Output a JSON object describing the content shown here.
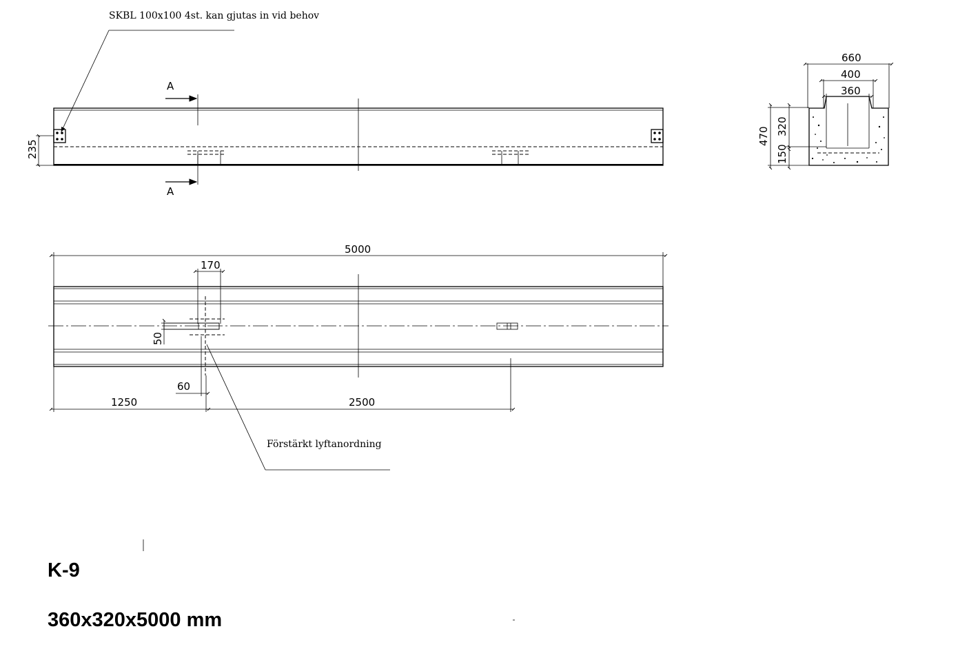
{
  "notes": {
    "skbl": "SKBL  100x100  4st. kan gjutas in vid behov",
    "lifting": "Förstärkt lyftanordning"
  },
  "section": {
    "mark_top": "A",
    "mark_bottom": "A"
  },
  "elevation": {
    "height_dim": "235"
  },
  "plan": {
    "length_dim": "5000",
    "anchor_width_dim": "170",
    "anchor_depth_dim": "50",
    "anchor_offset_dim": "60",
    "end_to_anchor_dim": "1250",
    "anchor_spacing_dim": "2500"
  },
  "cross_section": {
    "outer_width": "660",
    "top_width": "400",
    "inner_width": "360",
    "total_height": "470",
    "channel_height": "320",
    "base_height": "150"
  },
  "title": {
    "product_code": "K-9",
    "dimensions": "360x320x5000 mm"
  }
}
